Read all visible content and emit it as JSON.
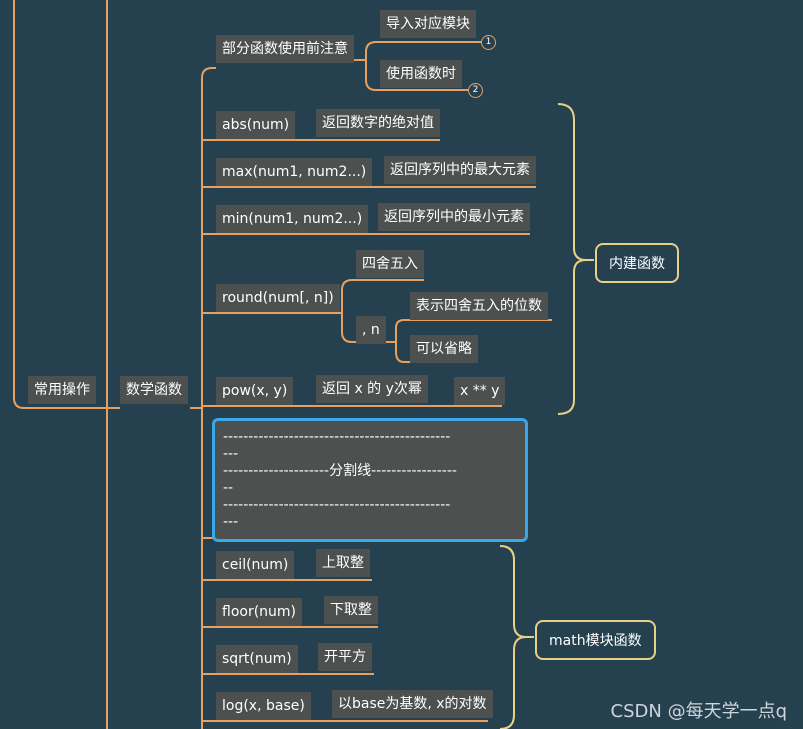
{
  "root": {
    "label": "常用操作"
  },
  "branch": {
    "label": "数学函数"
  },
  "note": {
    "label": "部分函数使用前注意",
    "children": [
      {
        "label": "导入对应模块",
        "badge": "1"
      },
      {
        "label": "使用函数时",
        "badge": "2"
      }
    ]
  },
  "builtin": {
    "summary": "内建函数",
    "items": [
      {
        "name": "abs(num)",
        "desc": "返回数字的绝对值"
      },
      {
        "name": "max(num1, num2...)",
        "desc": "返回序列中的最大元素"
      },
      {
        "name": "min(num1, num2...)",
        "desc": "返回序列中的最小元素"
      },
      {
        "name": "round(num[, n])",
        "desc": "四舍五入",
        "param": ", n",
        "param_children": [
          "表示四舍五入的位数",
          "可以省略"
        ]
      },
      {
        "name": "pow(x, y)",
        "desc": "返回 x 的 y次幂",
        "extra": "x ** y"
      }
    ]
  },
  "separator": {
    "lines": [
      "---------------------------------------------",
      "---",
      "---------------------分割线-----------------",
      "--",
      "---------------------------------------------",
      "---"
    ]
  },
  "math": {
    "summary": "math模块函数",
    "items": [
      {
        "name": "ceil(num)",
        "desc": "上取整"
      },
      {
        "name": "floor(num)",
        "desc": "下取整"
      },
      {
        "name": "sqrt(num)",
        "desc": "开平方"
      },
      {
        "name": "log(x, base)",
        "desc": "以base为基数, x的对数"
      }
    ]
  },
  "watermark": "CSDN @每天学一点q",
  "colors": {
    "background": "#25404f",
    "node": "#4c504f",
    "line": "#e8a060",
    "summary_border": "#e8d087",
    "selection": "#3aa8e6"
  }
}
